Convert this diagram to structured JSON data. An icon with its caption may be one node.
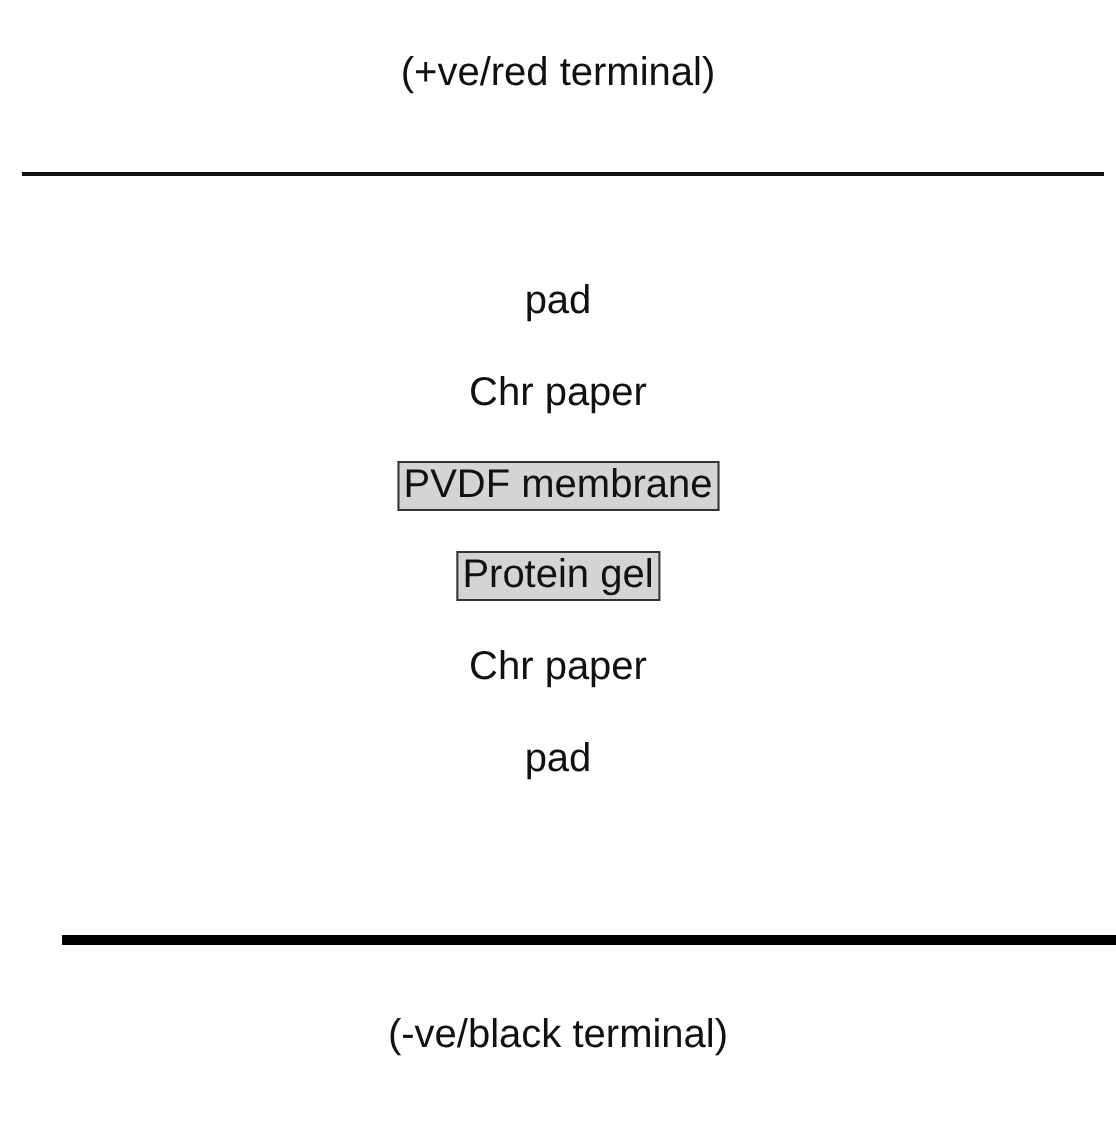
{
  "diagram": {
    "nodes": [
      {
        "text": [
          "PVDF membrane"
        ]
      },
      {
        "text": [
          "Protein gel"
        ]
      }
    ],
    "labels": [
      "(+ve/red terminal)",
      "pad",
      "Chr paper",
      "Chr paper",
      "pad",
      "(-ve/black terminal)"
    ]
  }
}
